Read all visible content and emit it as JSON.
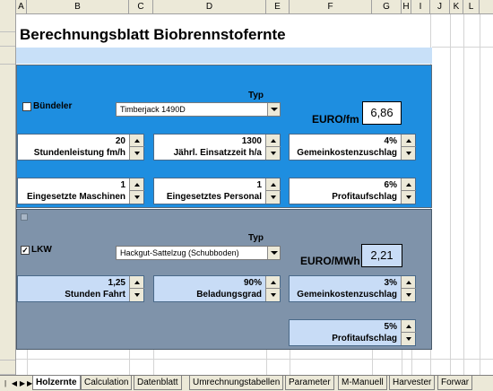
{
  "columns": [
    "A",
    "B",
    "C",
    "D",
    "E",
    "F",
    "G",
    "H",
    "I",
    "J",
    "K",
    "L"
  ],
  "title": "Berechnungsblatt Biobrennstofernte",
  "section1": {
    "checkbox_label": "Bündeler",
    "checkbox_checked": false,
    "typ_label": "Typ",
    "machine_select": "Timberjack 1490D",
    "euro_label": "EURO/fm",
    "euro_value": "6,86",
    "fields": [
      {
        "value": "20",
        "label": "Stundenleistung   fm/h"
      },
      {
        "value": "1300",
        "label": "Jährl. Einsatzzeit  h/a"
      },
      {
        "value": "4%",
        "label": "Gemeinkostenzuschlag"
      },
      {
        "value": "1",
        "label": "Eingesetzte Maschinen"
      },
      {
        "value": "1",
        "label": "Eingesetztes Personal"
      },
      {
        "value": "6%",
        "label": "Profitaufschlag"
      }
    ]
  },
  "section2": {
    "checkbox_label": "LKW",
    "checkbox_checked": true,
    "checkmark": "✓",
    "typ_label": "Typ",
    "vehicle_select": "Hackgut-Sattelzug (Schubboden)",
    "euro_label": "EURO/MWh",
    "euro_value": "2,21",
    "fields": [
      {
        "value": "1,25",
        "label": "Stunden Fahrt"
      },
      {
        "value": "90%",
        "label": "Beladungsgrad"
      },
      {
        "value": "3%",
        "label": "Gemeinkostenzuschlag"
      },
      {
        "value": "5%",
        "label": "Profitaufschlag"
      }
    ]
  },
  "tabs": [
    "Holzernte",
    "Calculation",
    "Datenblatt",
    "Umrechnungstabellen",
    "Parameter",
    "M-Manuell",
    "Harvester",
    "Forwar"
  ],
  "active_tab": "Holzernte",
  "colors": {
    "panel_top": "#1e8ee0",
    "panel_bottom": "#7f93aa",
    "band_light": "#c8e0f8",
    "field_light_blue": "#c8dcf6",
    "euro_box_top": "#ffffff",
    "euro_box_bottom": "#c8dcf6"
  }
}
